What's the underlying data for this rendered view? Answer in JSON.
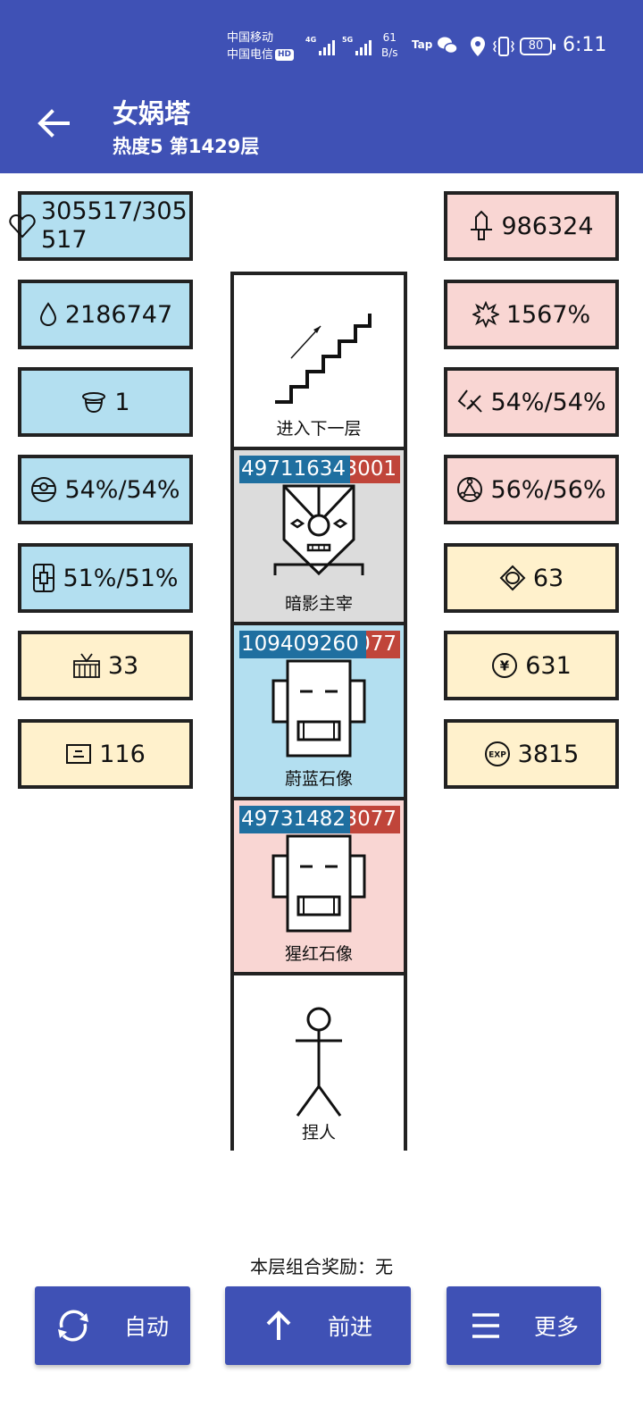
{
  "status_bar": {
    "carrier_1": "中国移动",
    "carrier_2": "中国电信",
    "hd_badge": "HD",
    "signal_1_label": "4G",
    "signal_2_label": "5G",
    "net_speed_value": "61",
    "net_speed_unit": "B/s",
    "tap_label": "Tap",
    "battery": "80",
    "time": "6:11"
  },
  "header": {
    "title": "女娲塔",
    "subtitle": "热度5 第1429层",
    "back_icon": "arrow-left-icon"
  },
  "left_stats": [
    {
      "icon": "heart-icon",
      "value": "305517/305517",
      "color": "blue"
    },
    {
      "icon": "drop-icon",
      "value": "2186747",
      "color": "blue"
    },
    {
      "icon": "helmet-icon",
      "value": "1",
      "color": "blue"
    },
    {
      "icon": "shield-orb-icon",
      "value": "54%/54%",
      "color": "blue"
    },
    {
      "icon": "armor-plate-icon",
      "value": "51%/51%",
      "color": "blue"
    },
    {
      "icon": "basket-icon",
      "value": "33",
      "color": "cream"
    },
    {
      "icon": "scroll-icon",
      "value": "116",
      "color": "cream"
    }
  ],
  "right_stats": [
    {
      "icon": "sword-icon",
      "value": "986324",
      "color": "pink"
    },
    {
      "icon": "burst-icon",
      "value": "1567%",
      "color": "pink"
    },
    {
      "icon": "slash-icon",
      "value": "54%/54%",
      "color": "pink"
    },
    {
      "icon": "triad-icon",
      "value": "56%/56%",
      "color": "pink"
    },
    {
      "icon": "diamond-icon",
      "value": "63",
      "color": "cream"
    },
    {
      "icon": "yen-coin-icon",
      "value": "631",
      "color": "cream"
    },
    {
      "icon": "exp-icon",
      "value": "3815",
      "color": "cream"
    }
  ],
  "tower": {
    "floors": [
      {
        "label": "进入下一层",
        "type": "stairs",
        "bg": "#ffffff"
      },
      {
        "label": "暗影主宰",
        "type": "shadow-lord",
        "bg": "#dcdcdc",
        "hp_left_text": "49711634",
        "hp_right_text": "3001",
        "hp_fraction": 0.68
      },
      {
        "label": "蔚蓝石像",
        "type": "statue",
        "bg": "#b3dff0",
        "hp_left_text": "109409260",
        "hp_right_text": "077",
        "hp_fraction": 0.78
      },
      {
        "label": "猩红石像",
        "type": "statue",
        "bg": "#f9d6d3",
        "hp_left_text": "49731482",
        "hp_right_text": "3077",
        "hp_fraction": 0.68
      },
      {
        "label": "捏人",
        "type": "stickman",
        "bg": "#ffffff"
      }
    ]
  },
  "footer": {
    "reward_text": "本层组合奖励：无",
    "buttons": [
      {
        "icon": "refresh-icon",
        "label": "自动"
      },
      {
        "icon": "arrow-up-icon",
        "label": "前进"
      },
      {
        "icon": "menu-icon",
        "label": "更多"
      }
    ]
  },
  "colors": {
    "primary": "#3f51b5",
    "stat_blue": "#b3dff0",
    "stat_pink": "#f9d6d3",
    "stat_cream": "#fff1cc",
    "hp_blue": "#1f6fa0",
    "hp_red": "#c0453a"
  }
}
